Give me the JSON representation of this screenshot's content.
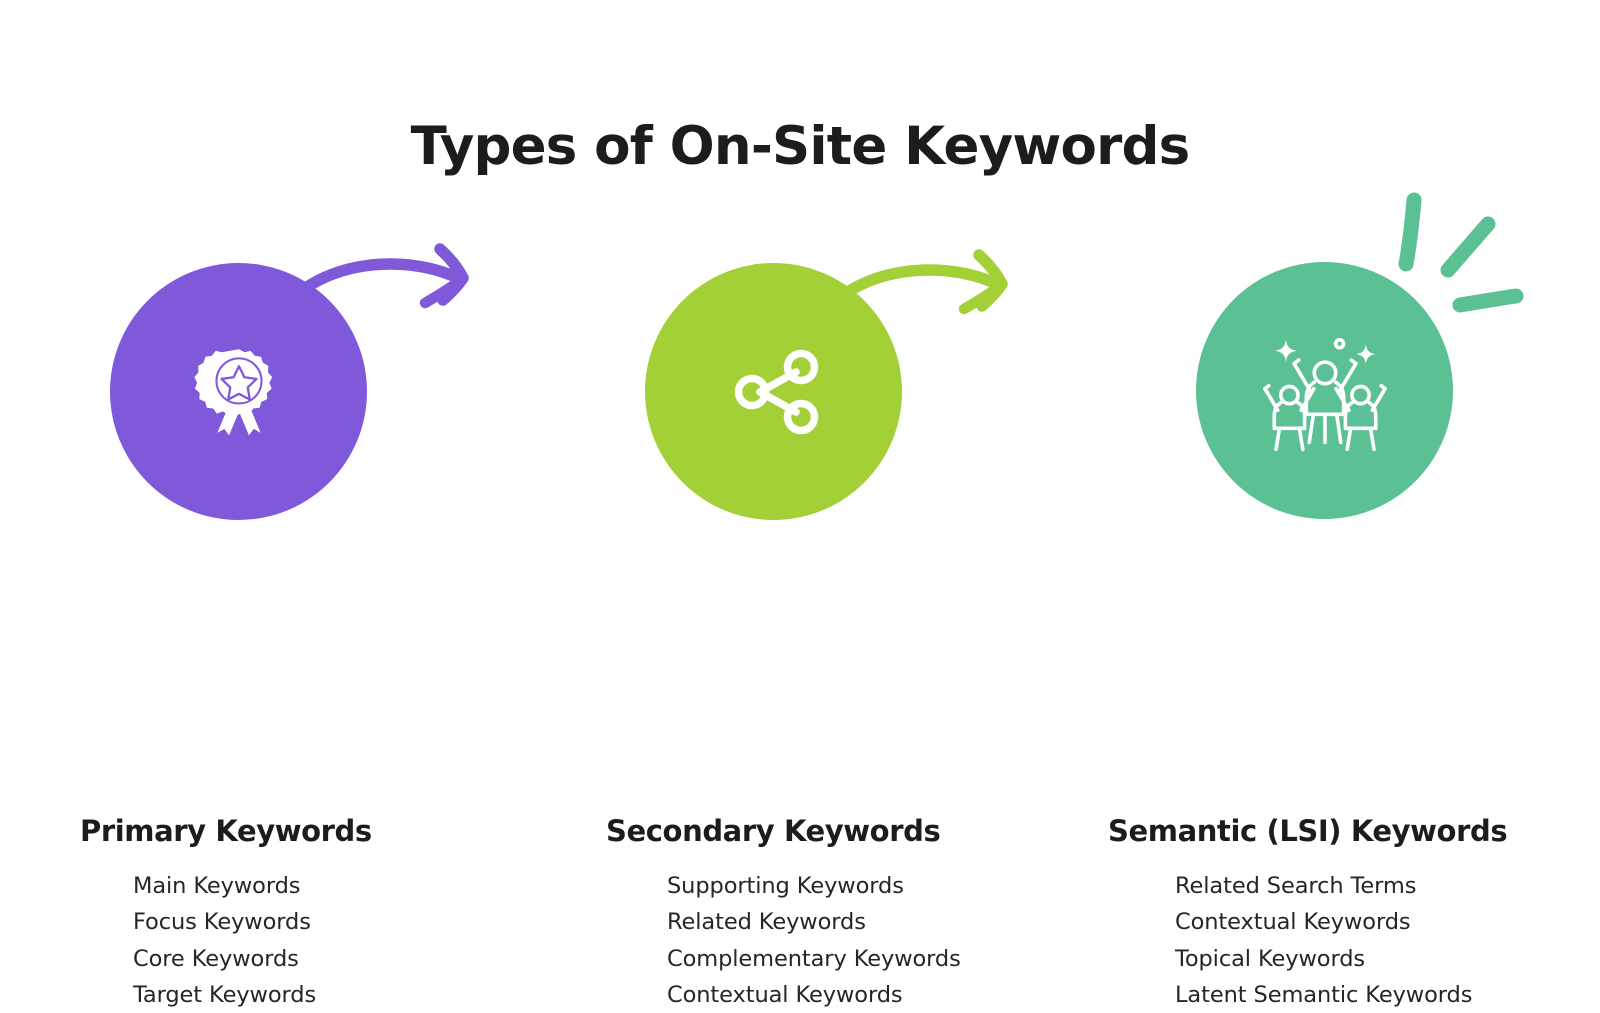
{
  "page": {
    "title": "Types of On-Site Keywords",
    "background": "#ffffff",
    "text_color": "#1c1c1c"
  },
  "colors": {
    "primary_purple": "#8059DB",
    "secondary_green": "#A3D037",
    "semantic_teal": "#5BC195",
    "icon_white": "#ffffff"
  },
  "columns": [
    {
      "id": "primary",
      "heading": "Primary Keywords",
      "circle_color": "#8059DB",
      "icon_name": "award-badge-icon",
      "arrow_name": "curved-arrow-purple",
      "items": [
        "Main Keywords",
        "Focus Keywords",
        "Core Keywords",
        "Target Keywords"
      ]
    },
    {
      "id": "secondary",
      "heading": "Secondary Keywords",
      "circle_color": "#A3D037",
      "icon_name": "share-network-icon",
      "arrow_name": "curved-arrow-green",
      "items": [
        "Supporting Keywords",
        "Related Keywords",
        "Complementary Keywords",
        "Contextual Keywords"
      ]
    },
    {
      "id": "semantic",
      "heading": "Semantic (LSI) Keywords",
      "circle_color": "#5BC195",
      "icon_name": "celebrating-people-icon",
      "burst_name": "sparkle-burst-teal",
      "items": [
        "Related Search Terms",
        "Contextual Keywords",
        "Topical Keywords",
        "Latent Semantic Keywords"
      ]
    }
  ]
}
